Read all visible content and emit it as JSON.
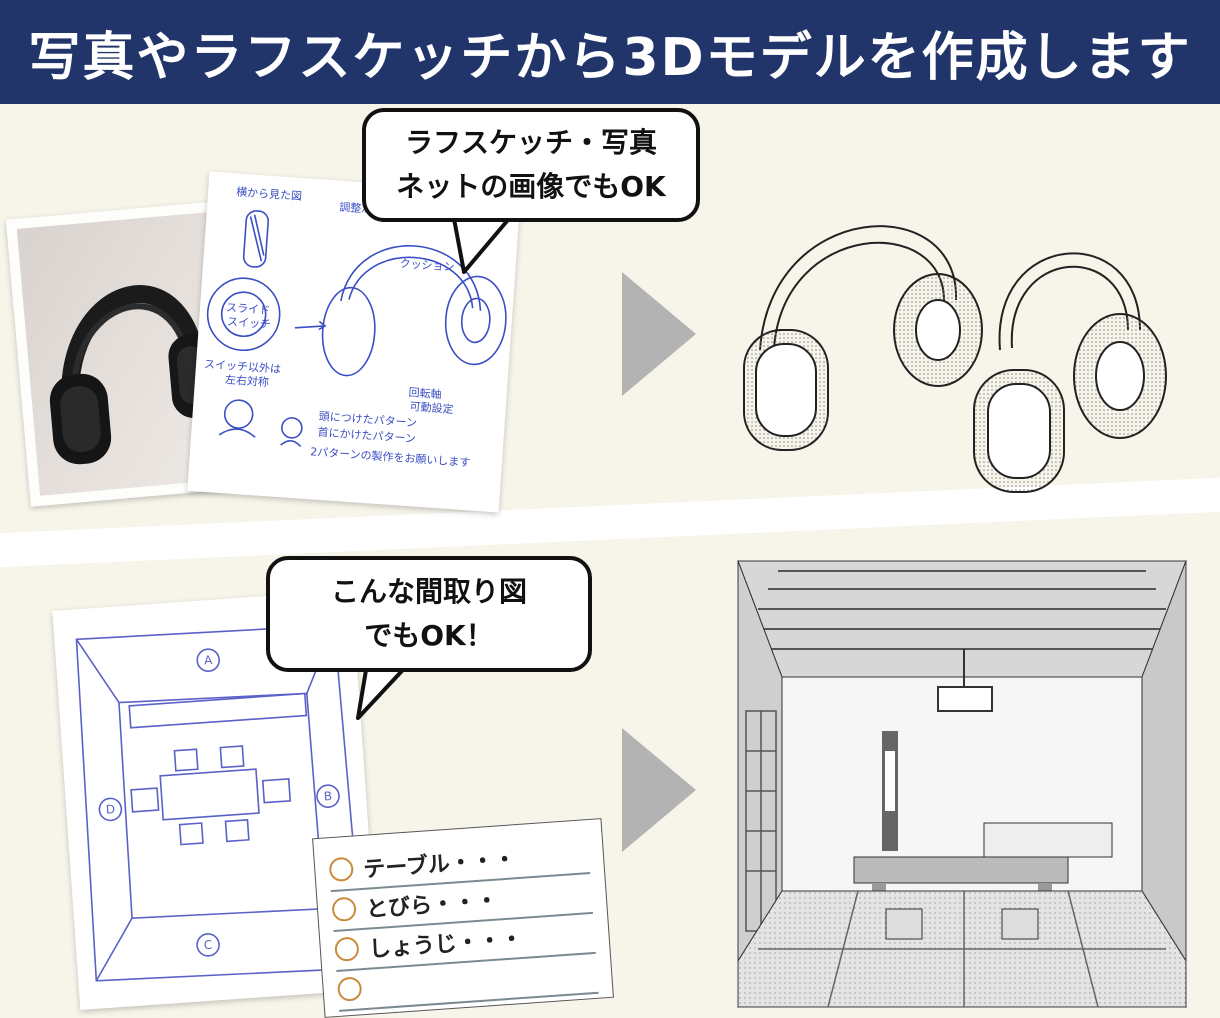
{
  "banner": {
    "title": "写真やラフスケッチから3Dモデルを作成します"
  },
  "bubble_top": {
    "line1": "ラフスケッチ・写真",
    "line2": "ネットの画像でもOK"
  },
  "bubble_bottom": {
    "line1": "こんな間取り図",
    "line2": "でもOK！"
  },
  "sketch_notes": {
    "side_view": "横から見た図",
    "adjust": "調整ｽﾗｲﾀﾞｰ",
    "cushion": "クッション",
    "slide_switch_1": "スライド",
    "slide_switch_2": "スイッチ",
    "switch_note_1": "スイッチ以外は",
    "switch_note_2": "左右対称",
    "rotate_1": "回転軸",
    "rotate_2": "可動設定",
    "pattern_1": "頭につけたパターン",
    "pattern_2": "首にかけたパターン",
    "pattern_3": "2パターンの製作をお願いします"
  },
  "floorplan_labels": {
    "a": "A",
    "b": "B",
    "c": "C",
    "d": "D"
  },
  "note_items": [
    "テーブル・・・",
    "とびら・・・",
    "しょうじ・・・",
    ""
  ],
  "colors": {
    "banner": "#22356b",
    "background": "#f7f4ea",
    "arrow": "#b3b3b3",
    "sketch_ink": "#3b4fc4",
    "checkbox": "#c98a3c"
  }
}
